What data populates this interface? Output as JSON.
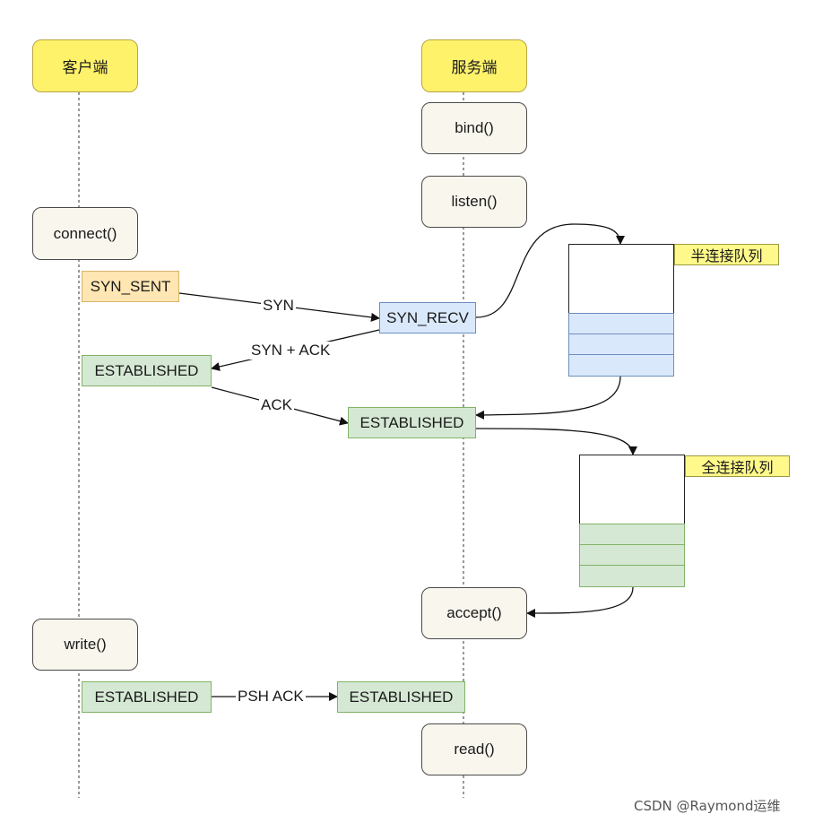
{
  "lanes": {
    "client": "客户端",
    "server": "服务端"
  },
  "calls": {
    "bind": "bind()",
    "listen": "listen()",
    "connect": "connect()",
    "accept": "accept()",
    "write": "write()",
    "read": "read()"
  },
  "states": {
    "syn_sent": "SYN_SENT",
    "syn_recv": "SYN_RECV",
    "client_established_1": "ESTABLISHED",
    "server_established_1": "ESTABLISHED",
    "client_established_2": "ESTABLISHED",
    "server_established_2": "ESTABLISHED"
  },
  "messages": {
    "syn": "SYN",
    "syn_ack": "SYN + ACK",
    "ack": "ACK",
    "psh_ack": "PSH ACK"
  },
  "queues": {
    "half": {
      "label": "半连接队列",
      "slots": 3,
      "color": "#dae8fc"
    },
    "full": {
      "label": "全连接队列",
      "slots": 3,
      "color": "#d5e8d4"
    }
  },
  "watermark": "CSDN @Raymond运维"
}
